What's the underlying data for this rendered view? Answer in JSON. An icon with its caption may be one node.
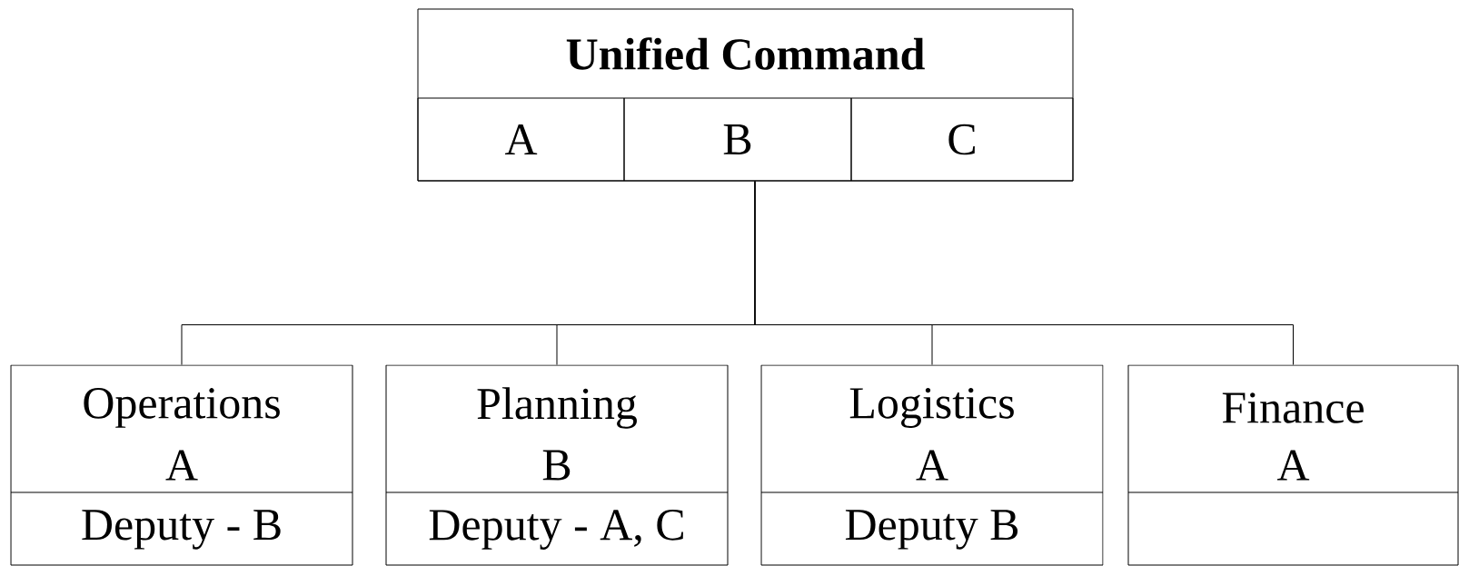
{
  "diagram": {
    "nodes": [
      {
        "text": [
          "Unified Command"
        ]
      },
      {
        "text": [
          "A"
        ],
        "in": 0
      },
      {
        "text": [
          "B"
        ],
        "in": 0
      },
      {
        "text": [
          "C"
        ],
        "in": 0
      },
      {
        "text": [
          "Operations",
          "A",
          "Deputy - B"
        ]
      },
      {
        "text": [
          "Planning",
          "B",
          "Deputy - A, C"
        ]
      },
      {
        "text": [
          "Logistics",
          "A",
          "Deputy B"
        ]
      },
      {
        "text": [
          "Finance",
          "A"
        ]
      }
    ],
    "edges": [
      {
        "from": 0,
        "to": 4,
        "arrow": "none"
      },
      {
        "from": 0,
        "to": 5,
        "arrow": "none"
      },
      {
        "from": 0,
        "to": 6,
        "arrow": "none"
      },
      {
        "from": 0,
        "to": 7,
        "arrow": "none"
      }
    ]
  }
}
